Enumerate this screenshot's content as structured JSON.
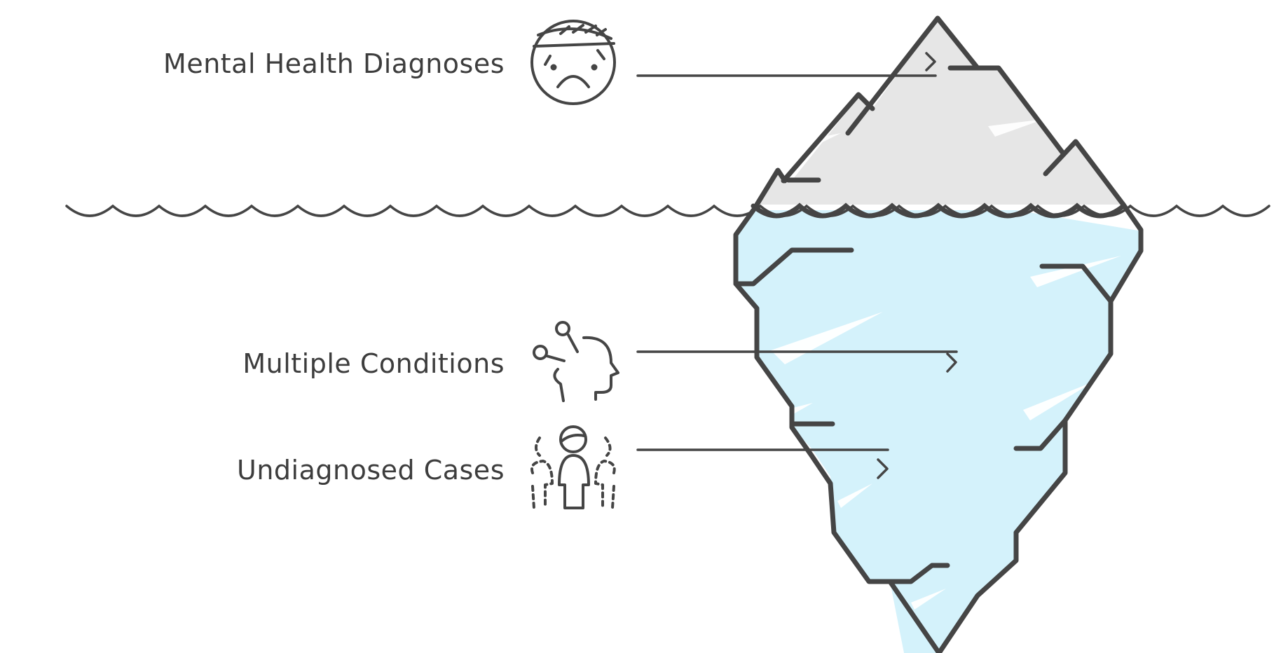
{
  "diagram": {
    "type": "iceberg",
    "items": [
      {
        "label": "Mental Health Diagnoses",
        "icon": "sad-face-bandage-icon",
        "region": "above-water"
      },
      {
        "label": "Multiple Conditions",
        "icon": "head-with-pins-icon",
        "region": "below-water"
      },
      {
        "label": "Undiagnosed Cases",
        "icon": "person-dashed-group-icon",
        "region": "below-water"
      }
    ],
    "colors": {
      "ink": "#454545",
      "text": "#3d3d3d",
      "tip_fill": "#e6e6e6",
      "underwater_fill": "#d4f2fb",
      "background": "#ffffff"
    }
  }
}
